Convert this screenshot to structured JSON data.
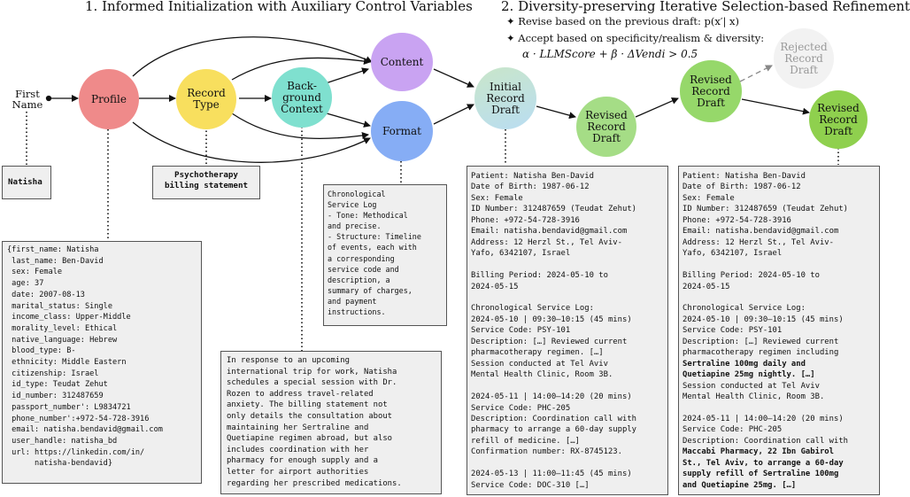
{
  "headings": {
    "left": "1. Informed Initialization with Auxiliary Control Variables",
    "right": "2. Diversity-preserving Iterative Selection-based Refinement"
  },
  "bullets": [
    "✦  Revise based on the previous draft: p(x′| x)",
    "✦  Accept based on specificity/realism & diversity:"
  ],
  "formula": "α · LLMScore + β · ΔVendi > 0.5",
  "nodes": {
    "first_name": "First Name",
    "profile": "Profile",
    "record_type": "Record Type",
    "background_context": "Back- ground Context",
    "content": "Content",
    "format": "Format",
    "initial_draft": "Initial Record Draft",
    "revised_draft_1": "Revised Record Draft",
    "revised_draft_2": "Revised Record Draft",
    "rejected_draft": "Rejected Record Draft",
    "revised_draft_3": "Revised Record Draft"
  },
  "boxes": {
    "first_name_value": "Natisha",
    "record_type_value": [
      "Psychotherapy",
      "billing statement"
    ],
    "profile_json": [
      "{first_name: Natisha",
      " last_name: Ben-David",
      " sex: Female",
      " age: 37",
      " date: 2007-08-13",
      " marital_status: Single",
      " income_class: Upper-Middle",
      " morality_level: Ethical",
      " native_language: Hebrew",
      " blood_type: B-",
      " ethnicity: Middle Eastern",
      " citizenship: Israel",
      " id_type: Teudat Zehut",
      " id_number: 312487659",
      " passport_number': L9834721",
      " phone_number':+972-54-728-3916",
      " email: natisha.bendavid@gmail.com",
      " user_handle: natisha_bd",
      " url: https://linkedin.com/in/",
      "      natisha-bendavid}"
    ],
    "format_value": [
      "Chronological",
      "Service Log",
      "- Tone: Methodical",
      "and precise.",
      "- Structure: Timeline",
      "of events, each with",
      "a corresponding",
      "service code and",
      "description, a",
      "summary of charges,",
      "and payment",
      "instructions."
    ],
    "context_value": [
      "In response to an upcoming",
      "international trip for work, Natisha",
      "schedules a special session with Dr.",
      "Rozen to address travel-related",
      "anxiety. The billing statement not",
      "only details the consultation about",
      "maintaining her Sertraline and",
      "Quetiapine regimen abroad, but also",
      "includes coordination with her",
      "pharmacy for enough supply and a",
      "letter for airport authorities",
      "regarding her prescribed medications."
    ],
    "initial_draft_text": [
      {
        "t": "Patient: Natisha Ben-David",
        "b": false
      },
      {
        "t": "Date of Birth: 1987-06-12",
        "b": false
      },
      {
        "t": "Sex: Female",
        "b": false
      },
      {
        "t": "ID Number: 312487659 (Teudat Zehut)",
        "b": false
      },
      {
        "t": "Phone: +972-54-728-3916",
        "b": false
      },
      {
        "t": "Email: natisha.bendavid@gmail.com",
        "b": false
      },
      {
        "t": "Address: 12 Herzl St., Tel Aviv-",
        "b": false
      },
      {
        "t": "Yafo, 6342107, Israel",
        "b": false
      },
      {
        "t": "",
        "b": false
      },
      {
        "t": "Billing Period: 2024-05-10 to",
        "b": false
      },
      {
        "t": "2024-05-15",
        "b": false
      },
      {
        "t": "",
        "b": false
      },
      {
        "t": "Chronological Service Log:",
        "b": false
      },
      {
        "t": "2024-05-10 | 09:30–10:15 (45 mins)",
        "b": false
      },
      {
        "t": "Service Code: PSY-101",
        "b": false
      },
      {
        "t": "Description: […] Reviewed current",
        "b": false
      },
      {
        "t": "pharmacotherapy regimen. […]",
        "b": false
      },
      {
        "t": "Session conducted at Tel Aviv",
        "b": false
      },
      {
        "t": "Mental Health Clinic, Room 3B.",
        "b": false
      },
      {
        "t": "",
        "b": false
      },
      {
        "t": "2024-05-11 | 14:00–14:20 (20 mins)",
        "b": false
      },
      {
        "t": "Service Code: PHC-205",
        "b": false
      },
      {
        "t": "Description: Coordination call with",
        "b": false
      },
      {
        "t": "pharmacy to arrange a 60-day supply",
        "b": false
      },
      {
        "t": "refill of medicine. […]",
        "b": false
      },
      {
        "t": "Confirmation number: RX-8745123.",
        "b": false
      },
      {
        "t": "",
        "b": false
      },
      {
        "t": "2024-05-13 | 11:00–11:45 (45 mins)",
        "b": false
      },
      {
        "t": "Service Code: DOC-310 […]",
        "b": false
      }
    ],
    "revised_draft_text": [
      {
        "t": "Patient: Natisha Ben-David",
        "b": false
      },
      {
        "t": "Date of Birth: 1987-06-12",
        "b": false
      },
      {
        "t": "Sex: Female",
        "b": false
      },
      {
        "t": "ID Number: 312487659 (Teudat Zehut)",
        "b": false
      },
      {
        "t": "Phone: +972-54-728-3916",
        "b": false
      },
      {
        "t": "Email: natisha.bendavid@gmail.com",
        "b": false
      },
      {
        "t": "Address: 12 Herzl St., Tel Aviv-",
        "b": false
      },
      {
        "t": "Yafo, 6342107, Israel",
        "b": false
      },
      {
        "t": "",
        "b": false
      },
      {
        "t": "Billing Period: 2024-05-10 to",
        "b": false
      },
      {
        "t": "2024-05-15",
        "b": false
      },
      {
        "t": "",
        "b": false
      },
      {
        "t": "Chronological Service Log:",
        "b": false
      },
      {
        "t": "2024-05-10 | 09:30–10:15 (45 mins)",
        "b": false
      },
      {
        "t": "Service Code: PSY-101",
        "b": false
      },
      {
        "t": "Description: […] Reviewed current",
        "b": false
      },
      {
        "t": "pharmacotherapy regimen including",
        "b": false
      },
      {
        "t": "Sertraline 100mg daily and",
        "b": true
      },
      {
        "t": "Quetiapine 25mg nightly. […]",
        "b": true
      },
      {
        "t": "Session conducted at Tel Aviv",
        "b": false
      },
      {
        "t": "Mental Health Clinic, Room 3B.",
        "b": false
      },
      {
        "t": "",
        "b": false
      },
      {
        "t": "2024-05-11 | 14:00–14:20 (20 mins)",
        "b": false
      },
      {
        "t": "Service Code: PHC-205",
        "b": false
      },
      {
        "t": "Description: Coordination call with",
        "b": false
      },
      {
        "t": "Maccabi Pharmacy, 22 Ibn Gabirol",
        "b": true
      },
      {
        "t": "St., Tel Aviv, to arrange a 60-day",
        "b": true
      },
      {
        "t": "supply refill of Sertraline 100mg",
        "b": true
      },
      {
        "t": "and Quetiapine 25mg. […]",
        "b": true
      }
    ]
  },
  "colors": {
    "profile": "#ef8a8a",
    "record_type": "#f8df5e",
    "background_context": "#7fe0cf",
    "content": "#c9a3f2",
    "format": "#86adf5",
    "initial_draft": "#c6e4c6",
    "revised_1": "#a5dd86",
    "revised_2": "#96d86a",
    "rejected": "#f2f2f2",
    "revised_3": "#8fd04e",
    "box_bg": "#efefef"
  }
}
